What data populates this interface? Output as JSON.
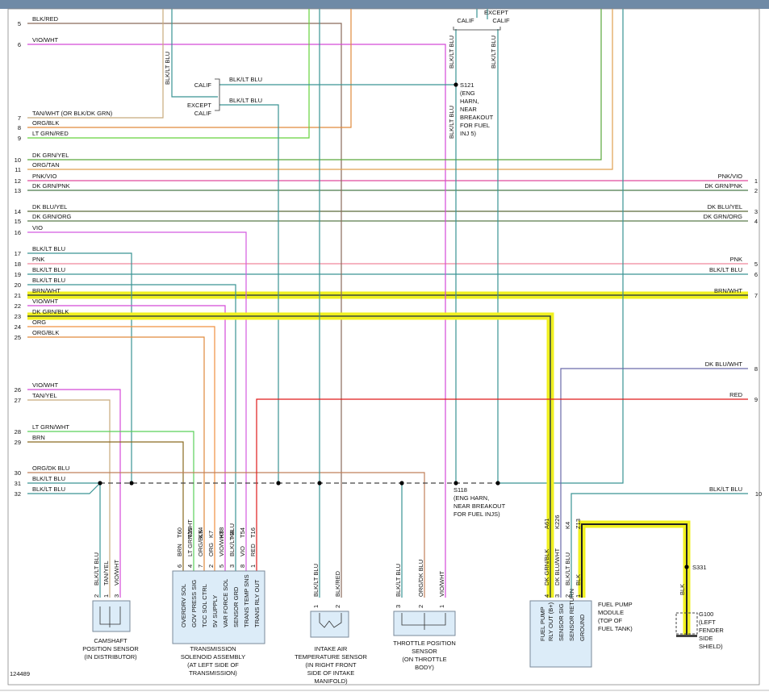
{
  "figure_id": "124489",
  "colors": {
    "blk_red": "#8a6a5a",
    "vio_wht": "#d44ad8",
    "blk_lt_blu": "#3a9494",
    "tan": "#c8aa7c",
    "org_blk": "#e08a3c",
    "lt_grn_red": "#66d23c",
    "dk_grn_yel": "#5aa83c",
    "org_tan": "#e0a050",
    "pnk_vio": "#e04a9c",
    "dk_grn_pnk": "#4a7a4a",
    "dk_blu_yel": "#5a6a3a",
    "dk_grn_org": "#5a7a4a",
    "vio": "#d45ae0",
    "pnk": "#f0889c",
    "brn_wht": "#3a4a3a",
    "dk_grn_blk": "#3a4a3a",
    "org": "#f09040",
    "dk_blu_wht": "#6a6aaa",
    "red": "#e01a1a",
    "lt_grn_wht": "#5ad05a",
    "brn": "#8a6a20",
    "org_dk_blu": "#c0805a",
    "blk": "#222222",
    "highlight": "#f0f020",
    "module_fill": "#dcecf8",
    "module_stroke": "#7a8a9a"
  },
  "left_pins": [
    {
      "num": "5",
      "label": "BLK/RED"
    },
    {
      "num": "6",
      "label": "VIO/WHT"
    },
    {
      "num": "7",
      "label": "TAN/WHT (OR BLK/DK GRN)"
    },
    {
      "num": "8",
      "label": "ORG/BLK"
    },
    {
      "num": "9",
      "label": "LT GRN/RED"
    },
    {
      "num": "10",
      "label": "DK GRN/YEL"
    },
    {
      "num": "11",
      "label": "ORG/TAN"
    },
    {
      "num": "12",
      "label": "PNK/VIO"
    },
    {
      "num": "13",
      "label": "DK GRN/PNK"
    },
    {
      "num": "14",
      "label": "DK BLU/YEL"
    },
    {
      "num": "15",
      "label": "DK GRN/ORG"
    },
    {
      "num": "16",
      "label": "VIO"
    },
    {
      "num": "17",
      "label": "BLK/LT BLU"
    },
    {
      "num": "18",
      "label": "PNK"
    },
    {
      "num": "19",
      "label": "BLK/LT BLU"
    },
    {
      "num": "20",
      "label": "BLK/LT BLU"
    },
    {
      "num": "21",
      "label": "BRN/WHT"
    },
    {
      "num": "22",
      "label": "VIO/WHT"
    },
    {
      "num": "23",
      "label": "DK GRN/BLK"
    },
    {
      "num": "24",
      "label": "ORG"
    },
    {
      "num": "25",
      "label": "ORG/BLK"
    },
    {
      "num": "26",
      "label": "VIO/WHT"
    },
    {
      "num": "27",
      "label": "TAN/YEL"
    },
    {
      "num": "28",
      "label": "LT GRN/WHT"
    },
    {
      "num": "29",
      "label": "BRN"
    },
    {
      "num": "30",
      "label": "ORG/DK BLU"
    },
    {
      "num": "31",
      "label": "BLK/LT BLU"
    },
    {
      "num": "32",
      "label": "BLK/LT BLU"
    }
  ],
  "right_pins": [
    {
      "num": "1",
      "label": "PNK/VIO"
    },
    {
      "num": "2",
      "label": "DK GRN/PNK"
    },
    {
      "num": "3",
      "label": "DK BLU/YEL"
    },
    {
      "num": "4",
      "label": "DK GRN/ORG"
    },
    {
      "num": "5",
      "label": "PNK"
    },
    {
      "num": "6",
      "label": "BLK/LT BLU"
    },
    {
      "num": "7",
      "label": "BRN/WHT"
    },
    {
      "num": "8",
      "label": "DK BLU/WHT"
    },
    {
      "num": "9",
      "label": "RED"
    },
    {
      "num": "10",
      "label": "BLK/LT BLU"
    }
  ],
  "calif_block": {
    "calif": "CALIF",
    "except": "EXCEPT",
    "calif2": "CALIF",
    "wire_calif": "BLK/LT BLU",
    "wire_except": "BLK/LT BLU",
    "vertical_wire": "BLK/LT BLU"
  },
  "top_calif_block": {
    "calif": "CALIF",
    "except": "EXCEPT",
    "calif2": "CALIF",
    "wire_left": "BLK/LT BLU",
    "wire_right": "BLK/LT BLU"
  },
  "splices": {
    "s121_name": "S121",
    "s121_desc": [
      "(ENG",
      "HARN,",
      "NEAR",
      "BREAKOUT",
      "FOR FUEL",
      "INJ 5)"
    ],
    "s118_name": "S118",
    "s118_desc": [
      "(ENG HARN,",
      "NEAR BREAKOUT",
      "FOR FUEL INJS)"
    ],
    "s331_name": "S331"
  },
  "camshaft": {
    "pins": [
      "2",
      "1",
      "3"
    ],
    "wires": [
      "BLK/LT BLU",
      "TAN/YEL",
      "VIO/WHT"
    ],
    "title": [
      "CAMSHAFT",
      "POSITION SENSOR",
      "(IN DISTRIBUTOR)"
    ]
  },
  "trans": {
    "pins": [
      "6",
      "4",
      "7",
      "2",
      "5",
      "3",
      "8",
      "1"
    ],
    "circuits": [
      "T60",
      "T25",
      "K54",
      "K7",
      "K88",
      "K4",
      "T54",
      "T16"
    ],
    "wires": [
      "BRN",
      "LT GRN/WHT",
      "ORG/BLK",
      "ORG",
      "VIO/WHT",
      "BLK/LT BLU",
      "VIO",
      "RED"
    ],
    "functions": [
      "OVERDRV SOL",
      "GOV PRESS SIG",
      "TCC SOL CTRL",
      "5V SUPPLY",
      "VAR FORCE SOL",
      "SENSOR GRD",
      "TRANS TEMP SNS",
      "TRANS RLY OUT"
    ],
    "title": [
      "TRANSMISSION",
      "SOLENOID ASSEMBLY",
      "(AT LEFT SIDE OF",
      "TRANSMISSION)"
    ]
  },
  "iat": {
    "pins": [
      "1",
      "2"
    ],
    "wires": [
      "BLK/LT BLU",
      "BLK/RED"
    ],
    "title": [
      "INTAKE AIR",
      "TEMPERATURE SENSOR",
      "(IN RIGHT FRONT",
      "SIDE OF INTAKE",
      "MANIFOLD)"
    ]
  },
  "tps": {
    "pins": [
      "3",
      "2",
      "1"
    ],
    "wires": [
      "BLK/LT BLU",
      "ORG/DK BLU",
      "VIO/WHT"
    ],
    "title": [
      "THROTTLE POSITION",
      "SENSOR",
      "(ON THROTTLE",
      "BODY)"
    ]
  },
  "fuel": {
    "pins": [
      "4",
      "3",
      "2",
      "1"
    ],
    "circuits": [
      "A61",
      "K226",
      "K4",
      "Z13"
    ],
    "wires": [
      "DK GRN/BLK",
      "DK BLU/WHT",
      "BLK/LT BLU",
      "BLK"
    ],
    "functions": [
      "FUEL PUMP RLY OUT (B+)",
      "SENSOR SIG",
      "SENSOR RETURN",
      "GROUND"
    ],
    "title": [
      "FUEL PUMP",
      "MODULE",
      "(TOP OF",
      "FUEL TANK)"
    ]
  },
  "ground": {
    "wire": "BLK",
    "name": "G100",
    "desc": [
      "(LEFT",
      "FENDER",
      "SIDE",
      "SHIELD)"
    ]
  }
}
